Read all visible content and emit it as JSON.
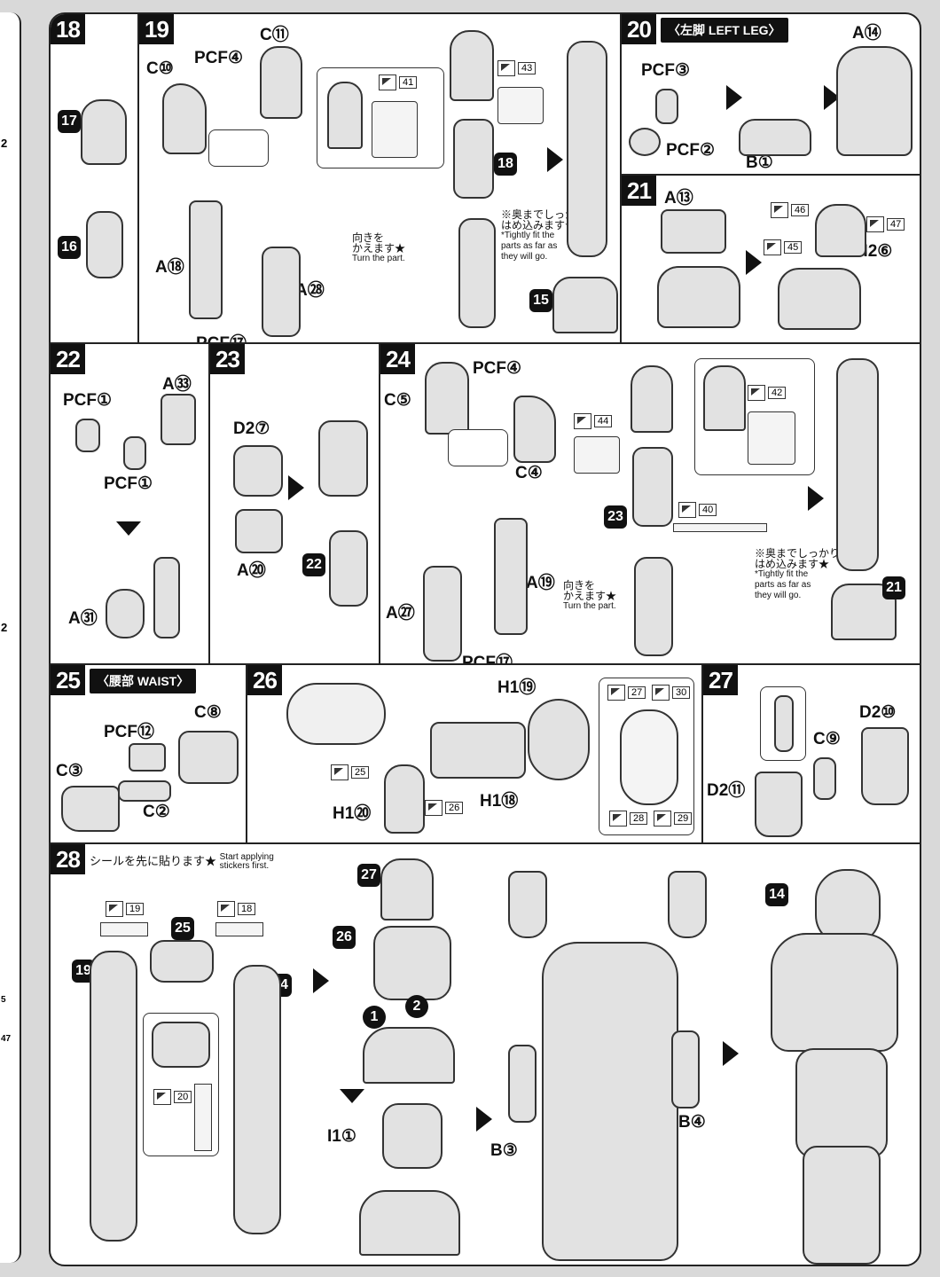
{
  "steps": {
    "s18": "18",
    "s19": "19",
    "s20": "20",
    "s21": "21",
    "s22": "22",
    "s23": "23",
    "s24": "24",
    "s25": "25",
    "s26": "26",
    "s27": "27",
    "s28": "28"
  },
  "titles": {
    "left_leg": "〈左脚 LEFT LEG〉",
    "waist": "〈腰部 WAIST〉",
    "stickers_first_jp": "シールを先に貼ります★",
    "stickers_first_en": "Start applying stickers first."
  },
  "parts": {
    "s18": {
      "a": "17",
      "b": "16"
    },
    "s19": {
      "c10": "C⑩",
      "pcf4": "PCF④",
      "c11": "C⑪",
      "a18": "A⑱",
      "a28": "A㉘",
      "pcf17": "PCF⑰",
      "sub18": "18",
      "sub15": "15"
    },
    "s20": {
      "pcf3": "PCF③",
      "pcf2": "PCF②",
      "b1": "B①",
      "a14": "A⑭"
    },
    "s21": {
      "a13": "A⑬",
      "h26": "H2⑥"
    },
    "s22": {
      "pcf1a": "PCF①",
      "a33": "A㉝",
      "pcf1b": "PCF①",
      "a31": "A㉛"
    },
    "s23": {
      "d27": "D2⑦",
      "a20": "A⑳",
      "sub22": "22"
    },
    "s24": {
      "pcf4": "PCF④",
      "c5": "C⑤",
      "c4": "C④",
      "a27": "A㉗",
      "a19": "A⑲",
      "pcf17": "PCF⑰",
      "sub23": "23",
      "sub21": "21"
    },
    "s25": {
      "c8": "C⑧",
      "pcf12": "PCF⑫",
      "c3": "C③",
      "c2": "C②"
    },
    "s26": {
      "h19": "H1⑲",
      "h18": "H1⑱",
      "h20": "H1⑳"
    },
    "s27": {
      "d210": "D2⑩",
      "c9": "C⑨",
      "d211": "D2⑪"
    },
    "s28": {
      "sub19": "19",
      "sub25": "25",
      "sub24": "24",
      "sub27": "27",
      "sub26": "26",
      "i11": "I1①",
      "b3": "B③",
      "b4": "B④",
      "sub14": "14",
      "one": "1",
      "two": "2"
    }
  },
  "stickers": {
    "s19a": "41",
    "s19b": "43",
    "s21a": "46",
    "s21b": "47",
    "s21c": "45",
    "s24a": "42",
    "s24b": "44",
    "s24c": "40",
    "s26a": "25",
    "s26b": "26",
    "s26c": "27",
    "s26d": "30",
    "s26e": "28",
    "s26f": "29",
    "s28a": "19",
    "s28b": "18",
    "s28c": "20"
  },
  "notes": {
    "turn_jp_1": "向きを",
    "turn_jp_2": "かえます★",
    "turn_en": "Turn the part.",
    "fit_jp_1": "※奥までしっかり",
    "fit_jp_2": "はめ込みます★",
    "fit_en_1": "*Tightly fit the",
    "fit_en_2": "parts as far as",
    "fit_en_3": "they will go."
  },
  "side": {
    "a": "2",
    "b": "2",
    "c": "5",
    "d": "47"
  }
}
